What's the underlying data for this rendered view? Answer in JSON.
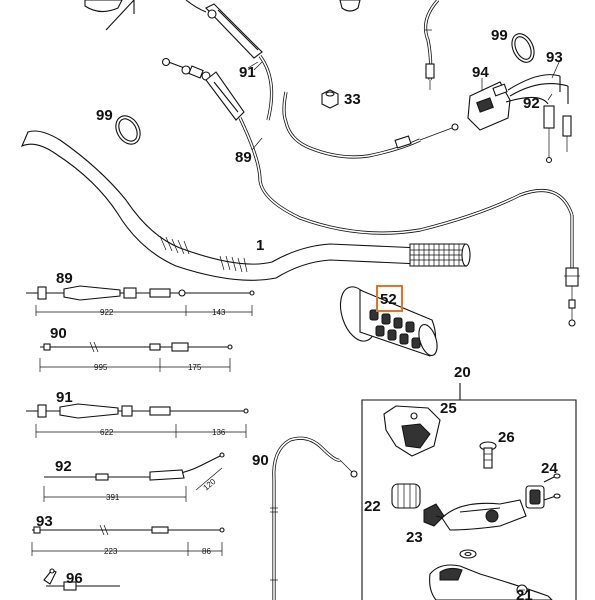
{
  "callouts": {
    "c1": "1",
    "c20": "20",
    "c21": "21",
    "c22": "22",
    "c23": "23",
    "c24": "24",
    "c25": "25",
    "c26": "26",
    "c33": "33",
    "c52": "52",
    "c89_top": "89",
    "c89_side": "89",
    "c90_side": "90",
    "c90_lower": "90",
    "c91_top": "91",
    "c91_side": "91",
    "c92_top": "92",
    "c92_side": "92",
    "c93_top": "93",
    "c93_side": "93",
    "c94": "94",
    "c96": "96",
    "c99_left": "99",
    "c99_right": "99"
  },
  "dimensions": {
    "cable89": {
      "long": "922",
      "short": "143"
    },
    "cable90": {
      "long": "995",
      "short": "175"
    },
    "cable91": {
      "long": "622",
      "short": "136"
    },
    "cable92": {
      "long": "391",
      "angled": "120"
    },
    "cable93": {
      "long": "223",
      "short": "86"
    }
  },
  "highlight": {
    "part": "52",
    "color": "#e8731f"
  }
}
